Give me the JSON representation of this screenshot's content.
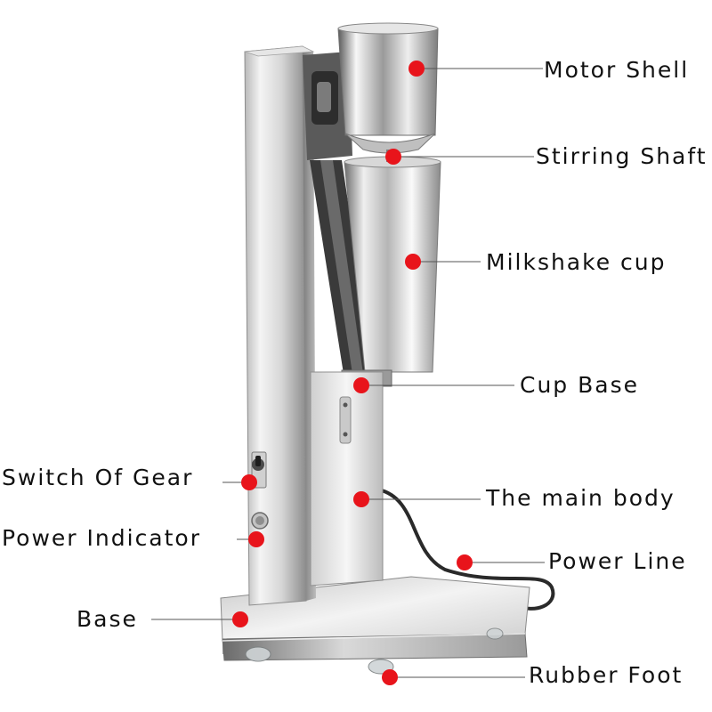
{
  "callouts": [
    {
      "id": "motor-shell",
      "label": "Motor Shell"
    },
    {
      "id": "stirring-shaft",
      "label": "Stirring Shaft"
    },
    {
      "id": "milkshake-cup",
      "label": "Milkshake cup"
    },
    {
      "id": "cup-base",
      "label": "Cup Base"
    },
    {
      "id": "switch-of-gear",
      "label": "Switch Of Gear"
    },
    {
      "id": "main-body",
      "label": "The main body"
    },
    {
      "id": "power-indicator",
      "label": "Power Indicator"
    },
    {
      "id": "power-line",
      "label": "Power Line"
    },
    {
      "id": "base",
      "label": "Base"
    },
    {
      "id": "rubber-foot",
      "label": "Rubber Foot"
    }
  ],
  "colors": {
    "marker": "#e8141b",
    "leader_line": "#555555",
    "label_text": "#111111",
    "steel_light": "#f2f2f2",
    "steel_dark": "#6e6e6e",
    "cable": "#2a2a2a"
  }
}
